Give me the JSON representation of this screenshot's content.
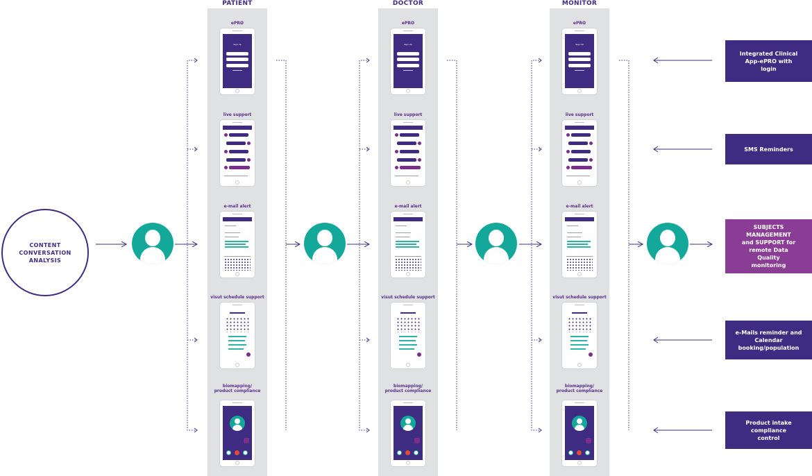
{
  "source": {
    "label": "CONTENT CONVERSATION ANALYSIS"
  },
  "columns": [
    {
      "title": "PATIENT"
    },
    {
      "title": "DOCTOR"
    },
    {
      "title": "MONITOR"
    }
  ],
  "screens": [
    {
      "label": "ePRO"
    },
    {
      "label": "live support"
    },
    {
      "label": "e-mail alert"
    },
    {
      "label": "visut schedule support"
    },
    {
      "label": "biomapping/ product compliance"
    }
  ],
  "features": [
    {
      "label": "Integrated Clinical App-ePRO with login",
      "highlighted": false
    },
    {
      "label": "SMS Reminders",
      "highlighted": false
    },
    {
      "label": "SUBJECTS MANAGEMENT and SUPPORT for remote Data Quality monitoring",
      "highlighted": true
    },
    {
      "label": "e-Mails reminder and Calendar booking/population",
      "highlighted": false
    },
    {
      "label": "Product intake compliance control",
      "highlighted": false
    }
  ],
  "mockup_text": {
    "signup_title": "Sign Up",
    "signup_button": "Sign Up"
  },
  "colors": {
    "brand": "#3d2c82",
    "highlight": "#8a3d95",
    "teal": "#14a89a",
    "column_bg": "#dfe1e3"
  },
  "icons": {
    "person": "person-silhouette-icon",
    "arrow": "arrow-right-icon",
    "arrow_left": "arrow-left-icon"
  }
}
